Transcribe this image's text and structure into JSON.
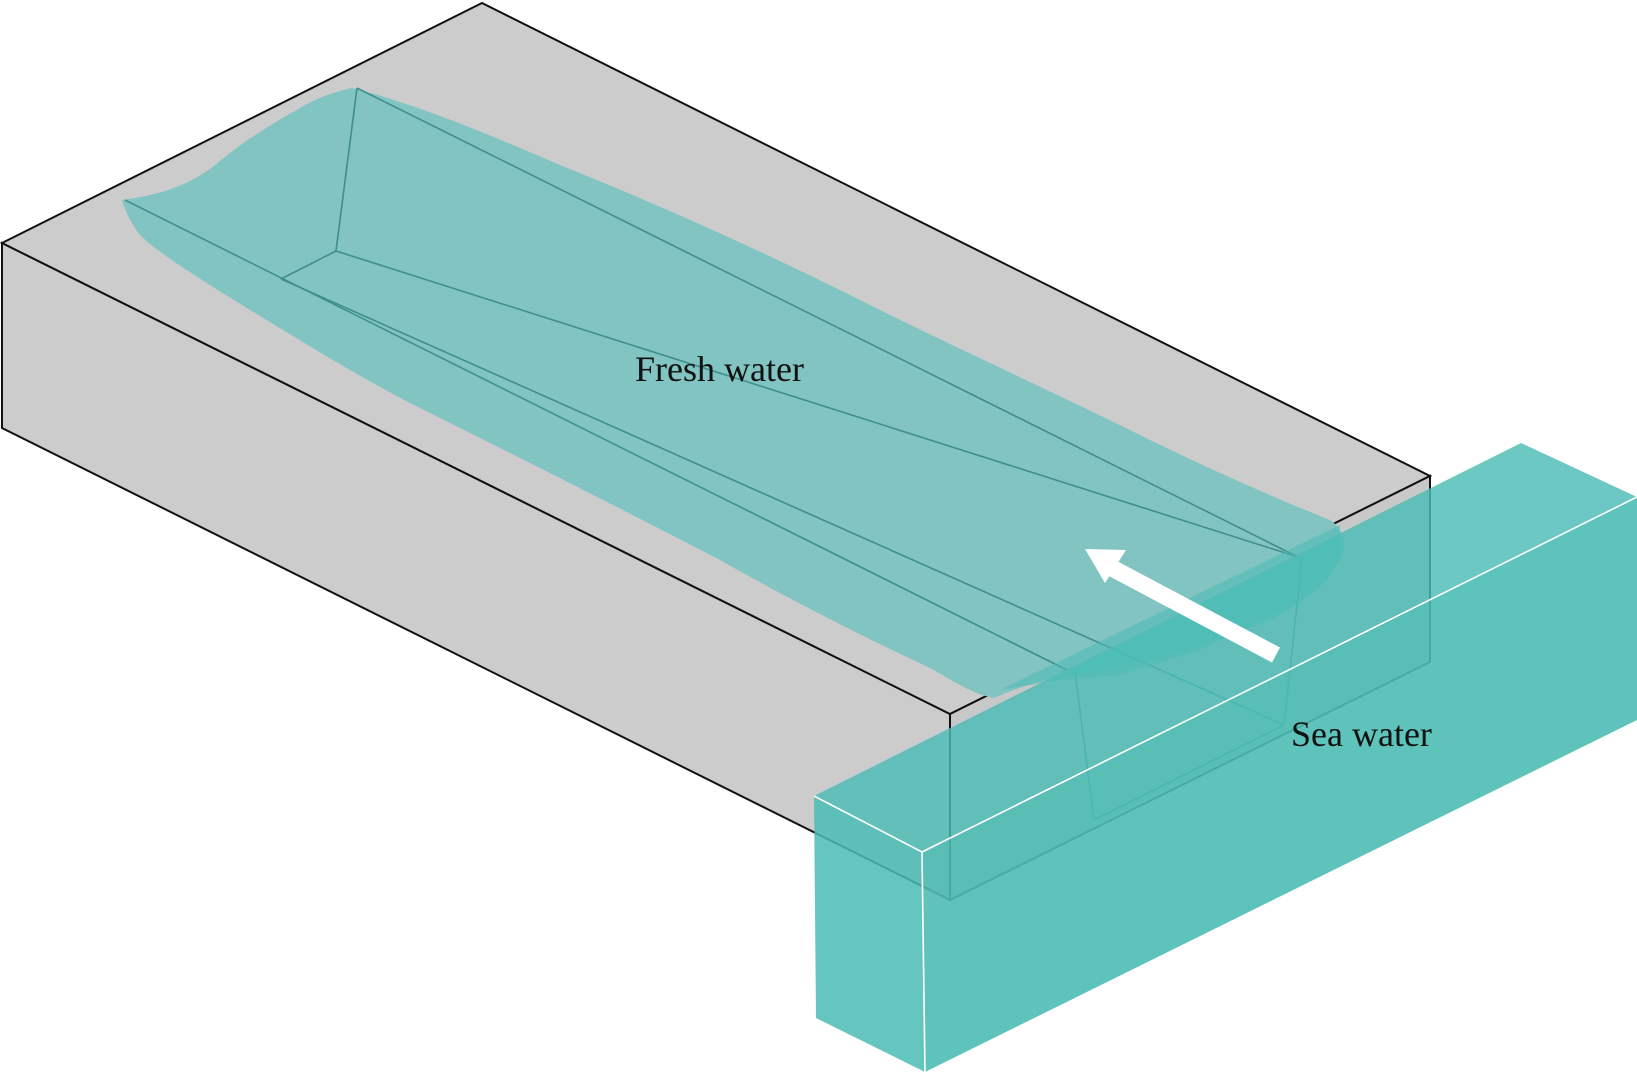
{
  "diagram": {
    "labels": {
      "fresh_water": "Fresh water",
      "sea_water": "Sea water"
    },
    "arrow": {
      "meaning": "sea water intrusion direction",
      "icon": "arrow-icon"
    }
  },
  "colors": {
    "land": "#cccccc",
    "land_outline": "#111111",
    "fresh_water": "#82c4c1",
    "sea_water": "#4cbcb4",
    "arrow": "#ffffff"
  }
}
